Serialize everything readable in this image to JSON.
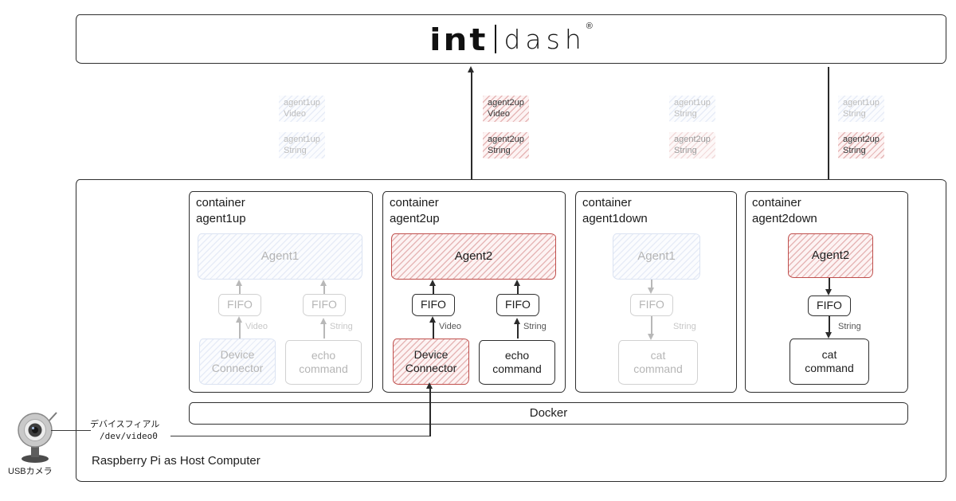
{
  "logo": {
    "int": "int",
    "dash": "dash",
    "registered": "®"
  },
  "streams": {
    "s1a": {
      "name": "agent1up",
      "type": "Video"
    },
    "s1b": {
      "name": "agent1up",
      "type": "String"
    },
    "s2a": {
      "name": "agent2up",
      "type": "Video"
    },
    "s2b": {
      "name": "agent2up",
      "type": "String"
    },
    "s3a": {
      "name": "agent1up",
      "type": "String"
    },
    "s3b": {
      "name": "agent2up",
      "type": "String"
    },
    "s4a": {
      "name": "agent1up",
      "type": "String"
    },
    "s4b": {
      "name": "agent2up",
      "type": "String"
    }
  },
  "containers": {
    "agent1up": {
      "title": "container\nagent1up",
      "agent": "Agent1",
      "fifo_left": "FIFO",
      "fifo_right": "FIFO",
      "video": "Video",
      "string": "String",
      "device_connector": "Device\nConnector",
      "echo": "echo\ncommand"
    },
    "agent2up": {
      "title": "container\nagent2up",
      "agent": "Agent2",
      "fifo_left": "FIFO",
      "fifo_right": "FIFO",
      "video": "Video",
      "string": "String",
      "device_connector": "Device\nConnector",
      "echo": "echo\ncommand"
    },
    "agent1down": {
      "title": "container\nagent1down",
      "agent": "Agent1",
      "fifo": "FIFO",
      "string": "String",
      "cat": "cat\ncommand"
    },
    "agent2down": {
      "title": "container\nagent2down",
      "agent": "Agent2",
      "fifo": "FIFO",
      "string": "String",
      "cat": "cat\ncommand"
    }
  },
  "docker": {
    "label": "Docker"
  },
  "host": {
    "label": "Raspberry Pi as Host Computer"
  },
  "camera": {
    "label": "USBカメラ",
    "device_file_name": "デバイスフィアル",
    "device_file_path": "/dev/video0"
  }
}
